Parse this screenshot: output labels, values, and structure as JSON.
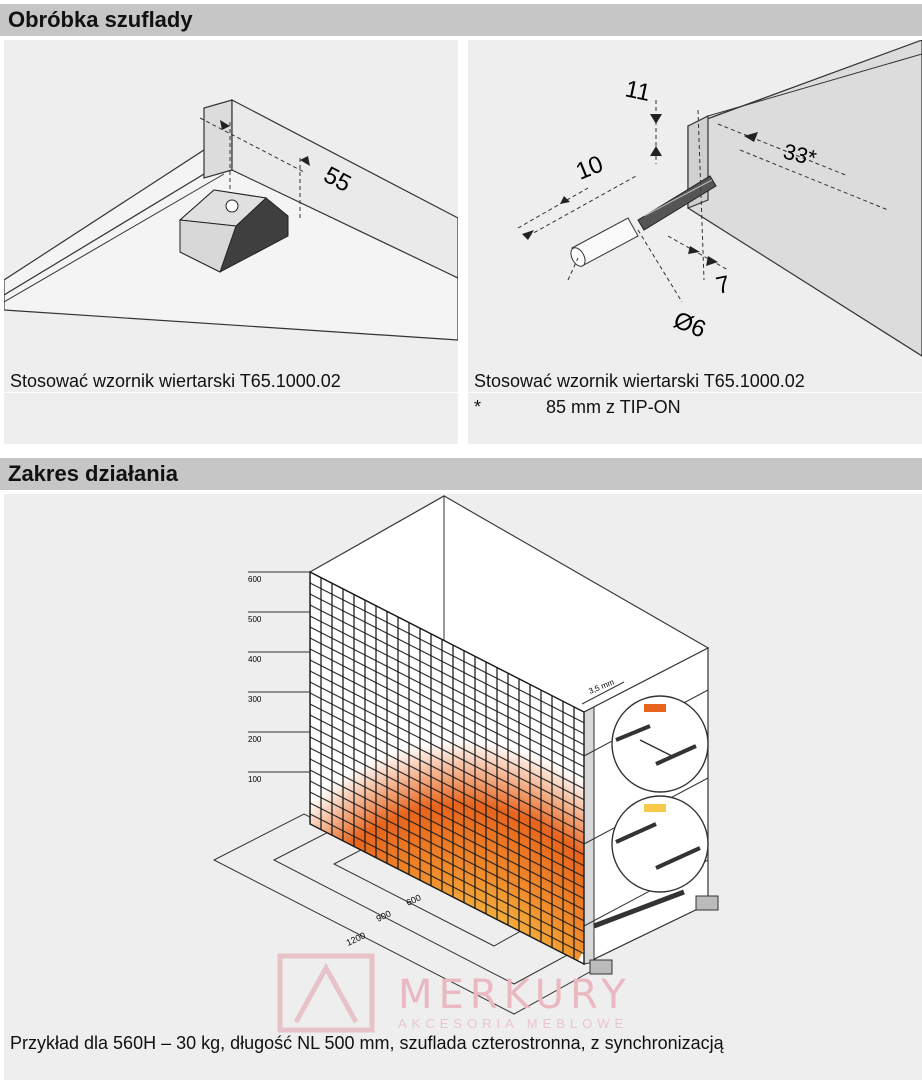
{
  "sections": {
    "drawer_processing": {
      "title": "Obróbka szuflady",
      "left_dimension": "55",
      "left_caption": "Stosować wzornik wiertarski T65.1000.02",
      "right_dimensions": {
        "d11": "11",
        "d10": "10",
        "d33": "33*",
        "d7": "7",
        "d6": "Ø6"
      },
      "right_caption": "Stosować wzornik wiertarski T65.1000.02",
      "footnote_marker": "*",
      "footnote_text": "85 mm z TIP-ON"
    },
    "operating_range": {
      "title": "Zakres działania",
      "height_scale": [
        "600",
        "500",
        "400",
        "300",
        "200",
        "100"
      ],
      "floor_dimensions": [
        "600",
        "900",
        "1200"
      ],
      "gap_label": "3,5 mm",
      "caption": "Przykład dla 560H – 30 kg, długość NL 500 mm, szuflada czterostronna, z synchronizacją"
    }
  },
  "watermark": {
    "brand": "MERKURY",
    "tagline": "AKCESORIA MEBLOWE"
  },
  "colors": {
    "header_bg": "#c6c6c6",
    "panel_bg": "#eeeeee",
    "heat_outer": "#e8641c",
    "heat_inner": "#f6c94a",
    "watermark": "#e9b8c0"
  }
}
